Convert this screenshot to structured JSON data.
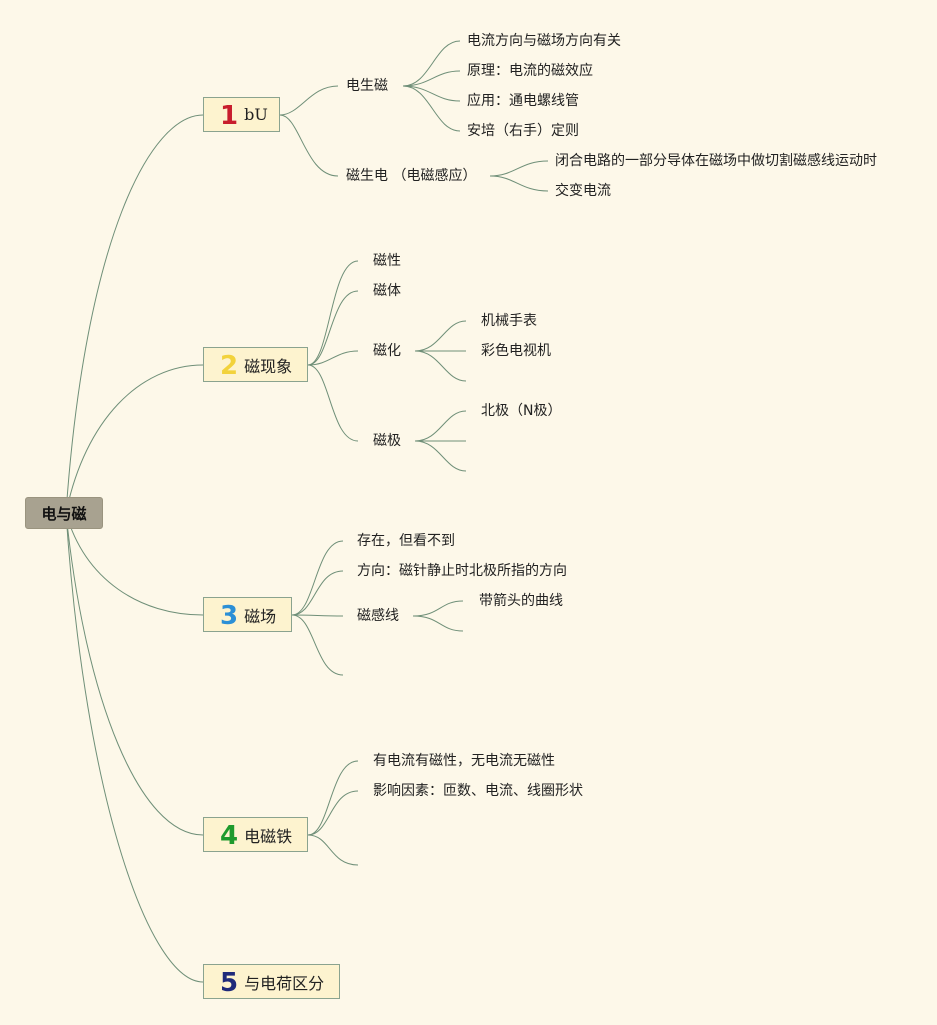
{
  "root": {
    "label": "电与磁"
  },
  "topics": [
    {
      "number": "1",
      "number_color": "#c81d2c",
      "label": "bU",
      "children": [
        {
          "label": "电生磁",
          "children": [
            "电流方向与磁场方向有关",
            "原理：电流的磁效应",
            "应用：通电螺线管",
            "安培（右手）定则"
          ]
        },
        {
          "label": "磁生电 （电磁感应）",
          "children": [
            "闭合电路的一部分导体在磁场中做切割磁感线运动时",
            "交变电流"
          ]
        }
      ]
    },
    {
      "number": "2",
      "number_color": "#f2d23c",
      "label": "磁现象",
      "children": [
        {
          "label": "磁性"
        },
        {
          "label": "磁体"
        },
        {
          "label": "磁化",
          "children": [
            "机械手表",
            "彩色电视机",
            ""
          ]
        },
        {
          "label": "磁极",
          "children": [
            "北极（N极）",
            "",
            ""
          ]
        }
      ]
    },
    {
      "number": "3",
      "number_color": "#2b8fd6",
      "label": "磁场",
      "children": [
        {
          "label": "存在，但看不到"
        },
        {
          "label": "方向：磁针静止时北极所指的方向"
        },
        {
          "label": "磁感线",
          "children": [
            "带箭头的曲线",
            ""
          ]
        },
        {
          "label": ""
        }
      ]
    },
    {
      "number": "4",
      "number_color": "#1e9a2c",
      "label": "电磁铁",
      "children": [
        {
          "label": "有电流有磁性，无电流无磁性"
        },
        {
          "label": "影响因素：匝数、电流、线圈形状"
        },
        {
          "label": ""
        }
      ]
    },
    {
      "number": "5",
      "number_color": "#1f2a7a",
      "label": "与电荷区分",
      "children": []
    }
  ]
}
